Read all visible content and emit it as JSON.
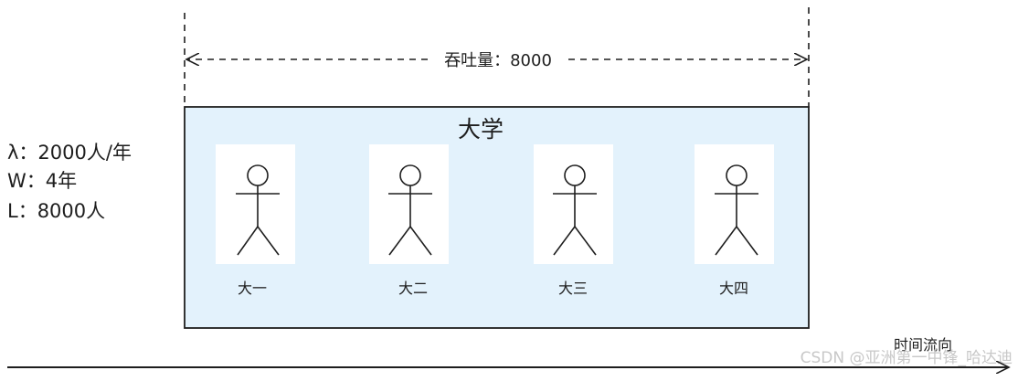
{
  "throughput_label": "吞吐量：8000",
  "params": {
    "lambda": "λ：2000人/年",
    "w": "W：4年",
    "l": "L：8000人"
  },
  "university": {
    "title": "大学",
    "students": [
      {
        "label": "大一"
      },
      {
        "label": "大二"
      },
      {
        "label": "大三"
      },
      {
        "label": "大四"
      }
    ]
  },
  "timeline": {
    "label": "时间流向"
  },
  "watermark": "CSDN @亚洲第一中锋_哈达迪",
  "colors": {
    "box_fill": "#e3f2fc",
    "stroke": "#1e1e1e",
    "watermark": "#c8c8c8"
  }
}
